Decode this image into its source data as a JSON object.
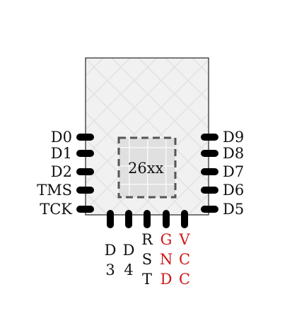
{
  "chip": {
    "core_label": "26xx"
  },
  "left_pins": [
    "D0",
    "D1",
    "D2",
    "TMS",
    "TCK"
  ],
  "right_pins": [
    "D9",
    "D8",
    "D7",
    "D6",
    "D5"
  ],
  "bottom_pins": [
    {
      "label": "D3",
      "color": "#111111"
    },
    {
      "label": "D4",
      "color": "#111111"
    },
    {
      "label": "RST",
      "color": "#111111"
    },
    {
      "label": "GND",
      "color": "#d01818"
    },
    {
      "label": "VCC",
      "color": "#d01818"
    }
  ]
}
